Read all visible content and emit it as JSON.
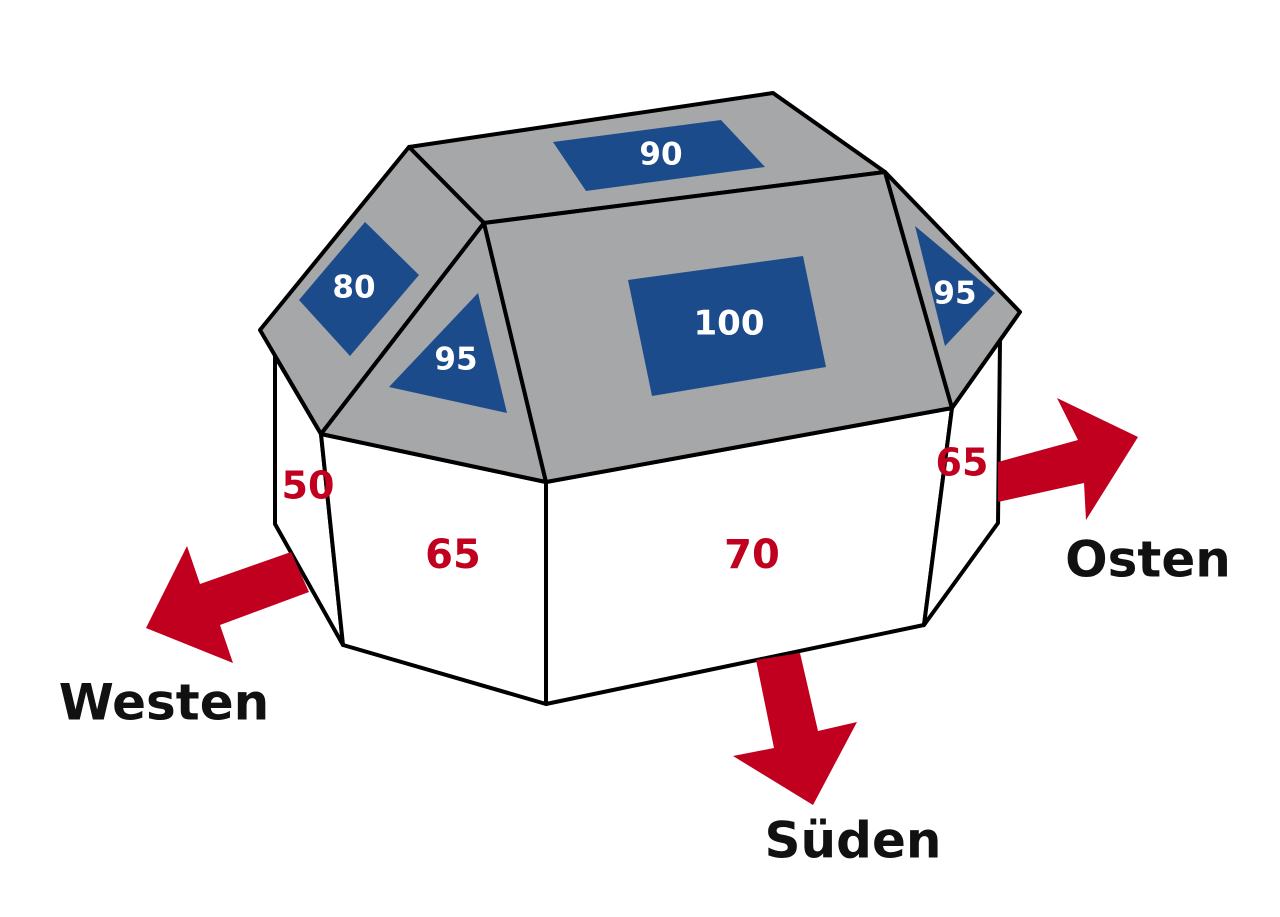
{
  "colors": {
    "roof": "#a6a7a9",
    "panel": "#1c4b8c",
    "arrow": "#c0001e",
    "outline": "#000000",
    "wall": "#ffffff",
    "wall_text": "#c0001e",
    "direction_text": "#111111"
  },
  "roof_panels": {
    "north_roof": "90",
    "west_upper_roof": "80",
    "west_hip_roof": "95",
    "south_roof": "100",
    "east_hip_roof": "95"
  },
  "wall_values": {
    "west_wall": "50",
    "southwest_wall": "65",
    "south_wall": "70",
    "east_wall": "65"
  },
  "directions": {
    "west": "Westen",
    "south": "Süden",
    "east": "Osten"
  }
}
